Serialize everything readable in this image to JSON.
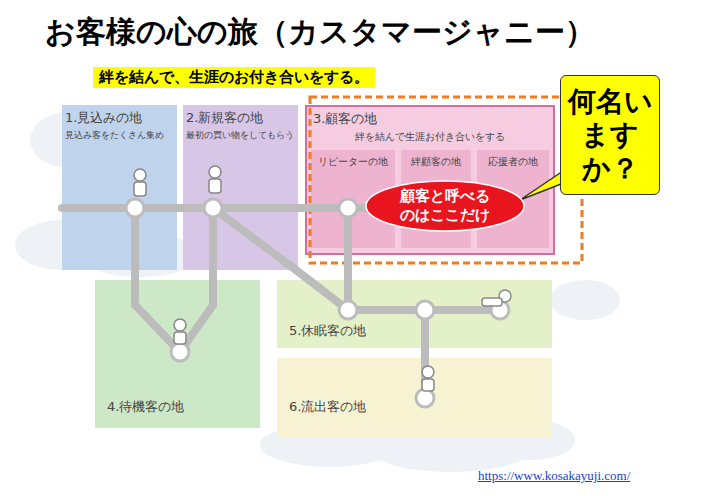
{
  "diagram": {
    "title": "お客様の心の旅（カスタマージャニー）",
    "nodes": [
      {
        "text": [
          "1.見込みの地",
          "見込み客をたくさん集め"
        ]
      },
      {
        "text": [
          "2.新規客の地",
          "最初の買い物をしてもらう"
        ]
      },
      {
        "text": [
          "3.顧客の地",
          "絆を結んで生涯お付き合いをする"
        ]
      },
      {
        "text": [
          "リピーターの地"
        ],
        "in": 2
      },
      {
        "text": [
          "絆顧客の地"
        ],
        "in": 2
      },
      {
        "text": [
          "応援者の地"
        ],
        "in": 2
      },
      {
        "text": [
          "4.待機客の地"
        ]
      },
      {
        "text": [
          "5.休眠客の地"
        ]
      },
      {
        "text": [
          "6.流出客の地"
        ]
      },
      {
        "text": [
          "顧客と呼べるのはここだけ"
        ]
      },
      {
        "text": [
          "何名いますか？"
        ]
      }
    ],
    "edges": [
      {
        "from": 0,
        "to": 1,
        "arrow": "none"
      },
      {
        "from": 1,
        "to": 2,
        "arrow": "none"
      },
      {
        "from": 0,
        "to": 6,
        "arrow": "none"
      },
      {
        "from": 1,
        "to": 6,
        "arrow": "none"
      },
      {
        "from": 1,
        "to": 7,
        "arrow": "none"
      },
      {
        "from": 2,
        "to": 7,
        "arrow": "none"
      },
      {
        "from": 7,
        "to": 8,
        "arrow": "none"
      }
    ],
    "labels": [
      "絆を結んで、生涯のお付き合いをする。",
      "https://www.kosakayuji.com/"
    ]
  }
}
